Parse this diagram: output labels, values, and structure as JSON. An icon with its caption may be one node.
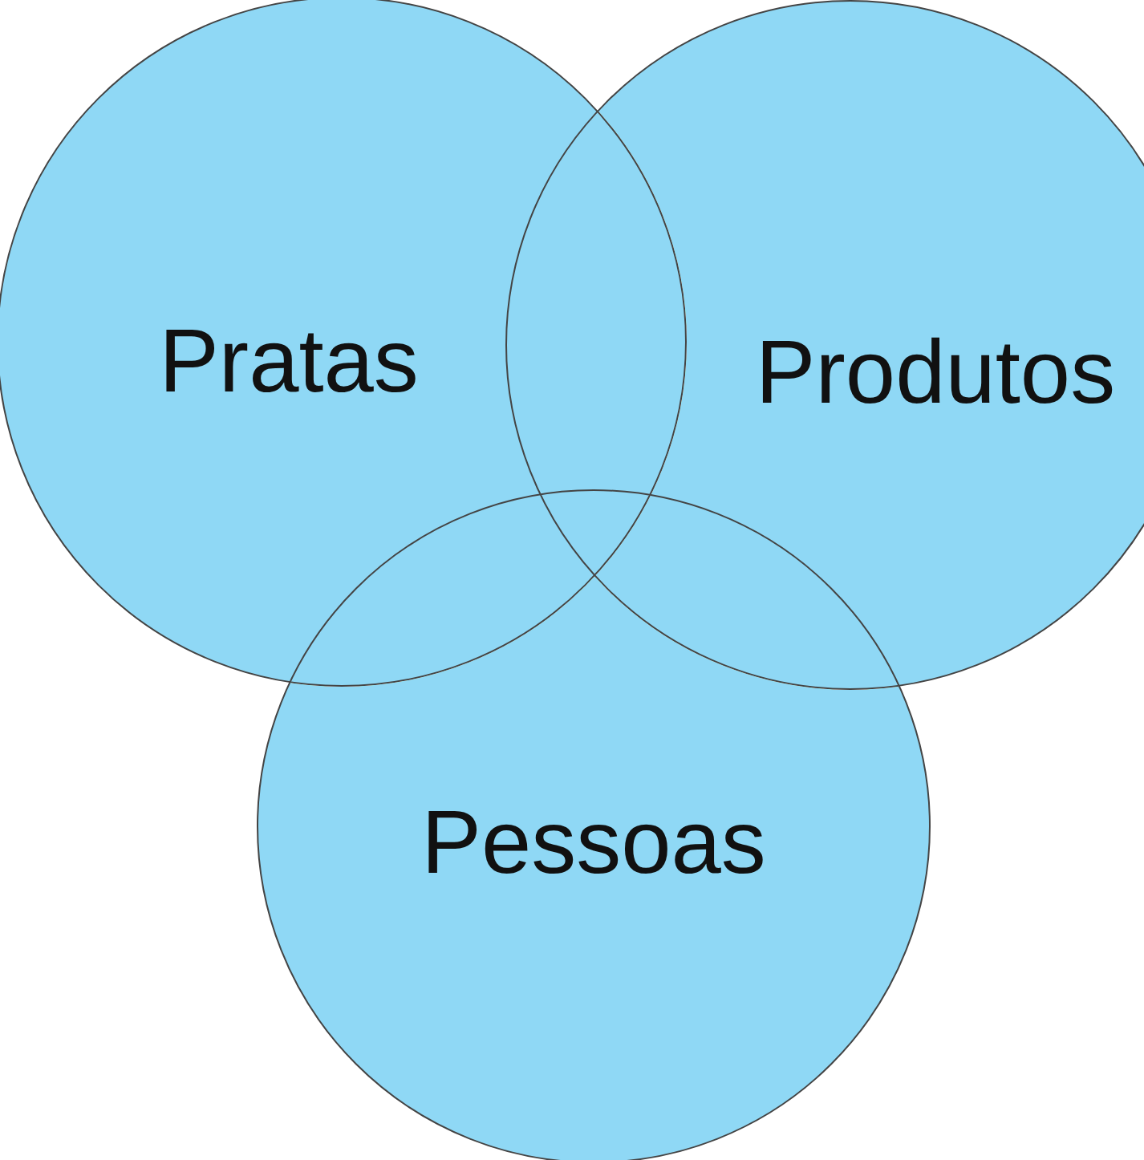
{
  "diagram": {
    "nodes": [
      {
        "text": [
          "Pratas"
        ]
      },
      {
        "text": [
          "Produtos"
        ]
      },
      {
        "text": [
          "Pessoas"
        ]
      }
    ],
    "edges": []
  }
}
